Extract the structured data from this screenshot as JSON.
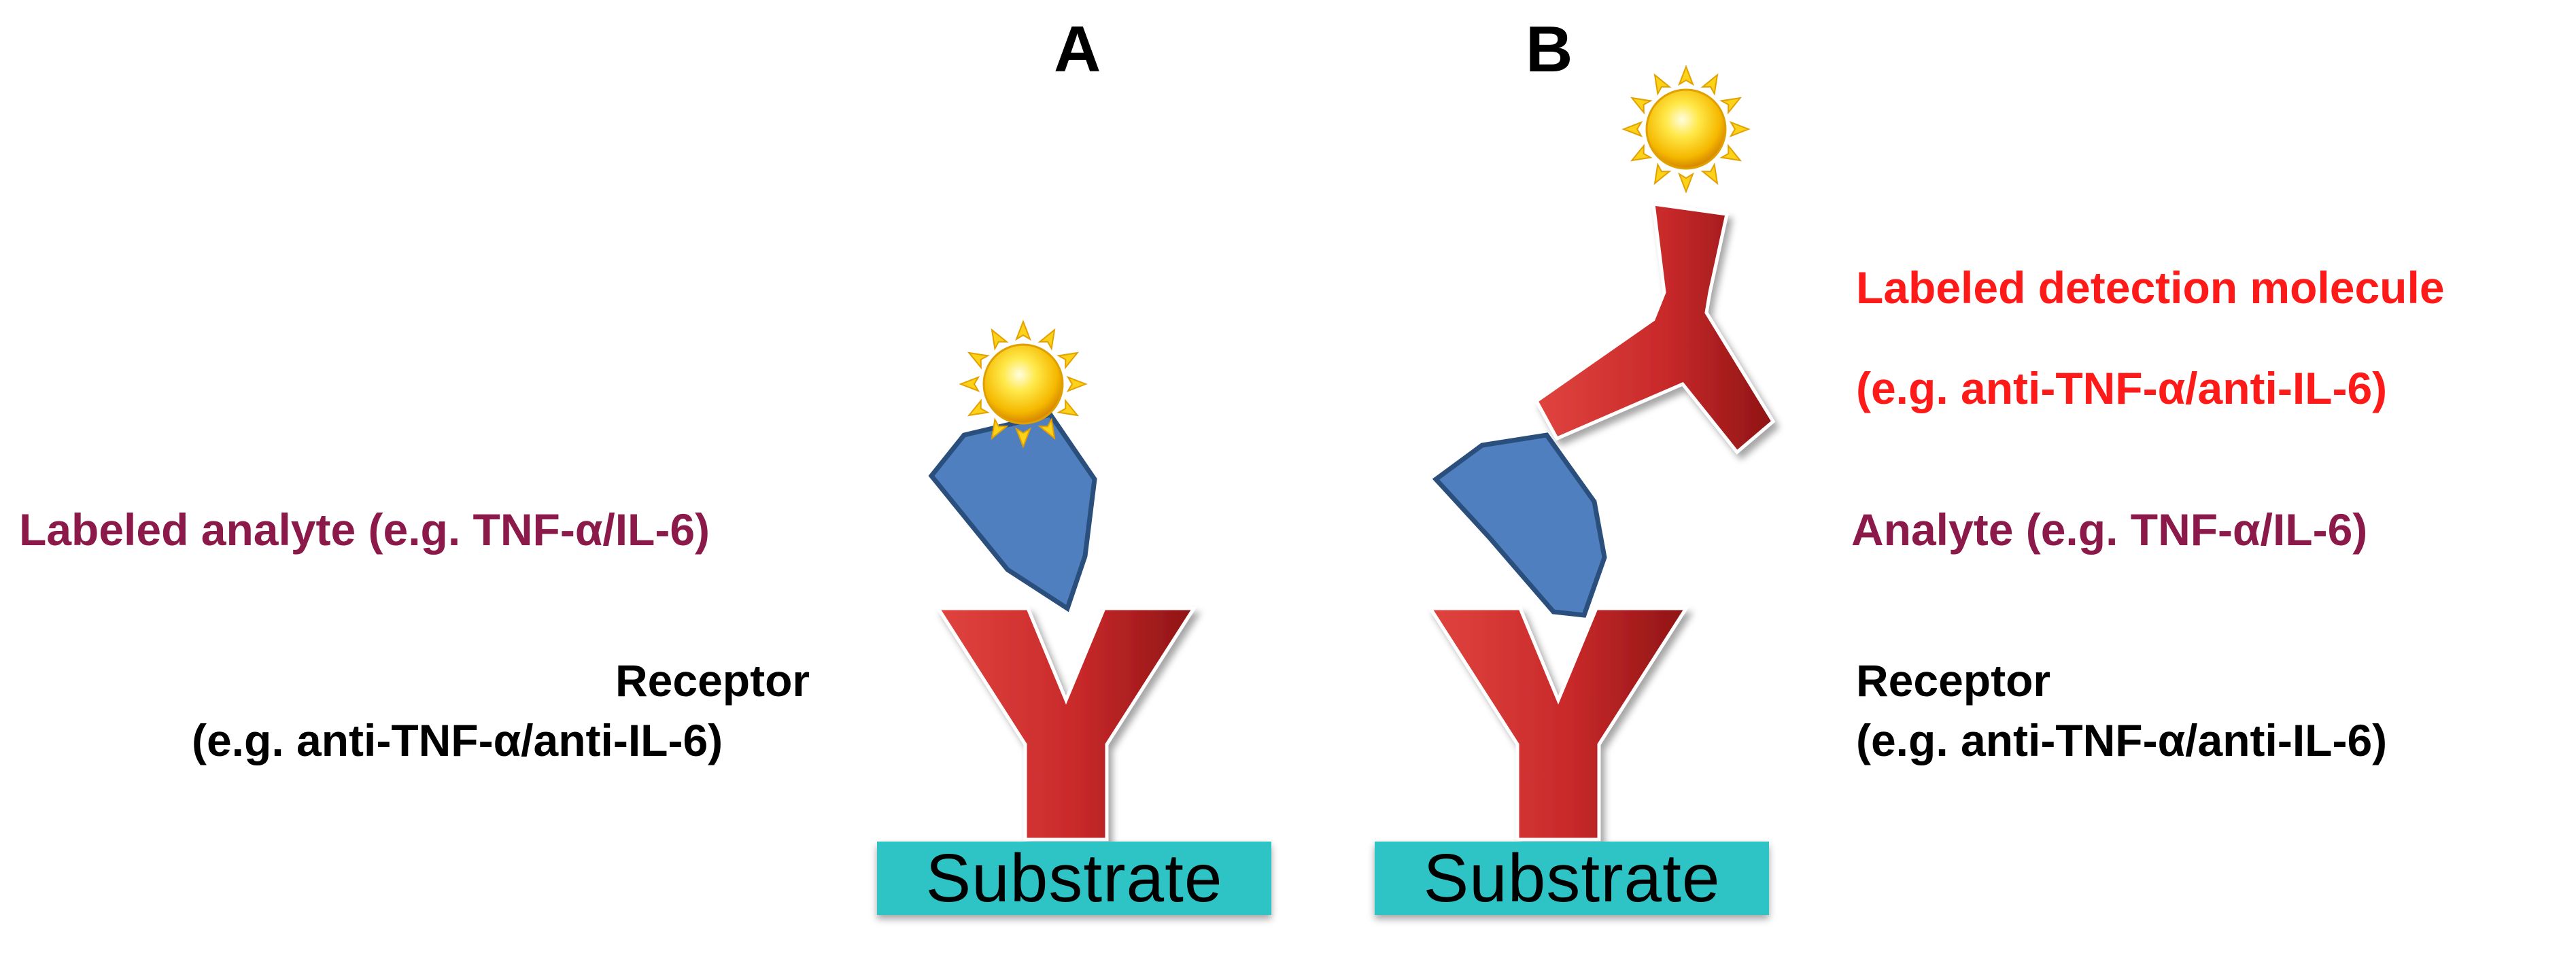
{
  "panels": [
    {
      "letter": "A"
    },
    {
      "letter": "B"
    }
  ],
  "labels": {
    "a_labeled_analyte": "Labeled analyte (e.g. TNF-α/IL-6)",
    "a_receptor_line1": "Receptor",
    "a_receptor_line2": "(e.g. anti-TNF-α/anti-IL-6)",
    "b_detection_line1": "Labeled detection molecule",
    "b_detection_line2": "(e.g. anti-TNF-α/anti-IL-6)",
    "b_analyte": "Analyte (e.g. TNF-α/IL-6)",
    "b_receptor_line1": "Receptor",
    "b_receptor_line2": "(e.g. anti-TNF-α/anti-IL-6)",
    "substrate": "Substrate"
  },
  "colors": {
    "antibody_red": "#c8292a",
    "analyte_blue": "#4f7fbf",
    "analyte_outline": "#2a4f7d",
    "substrate_cyan": "#2ec4c6",
    "label_maroon": "#8b1a4a",
    "label_red": "#ff1a1a",
    "text_black": "#000000"
  },
  "icons": {
    "label_marker": "sun-icon"
  }
}
